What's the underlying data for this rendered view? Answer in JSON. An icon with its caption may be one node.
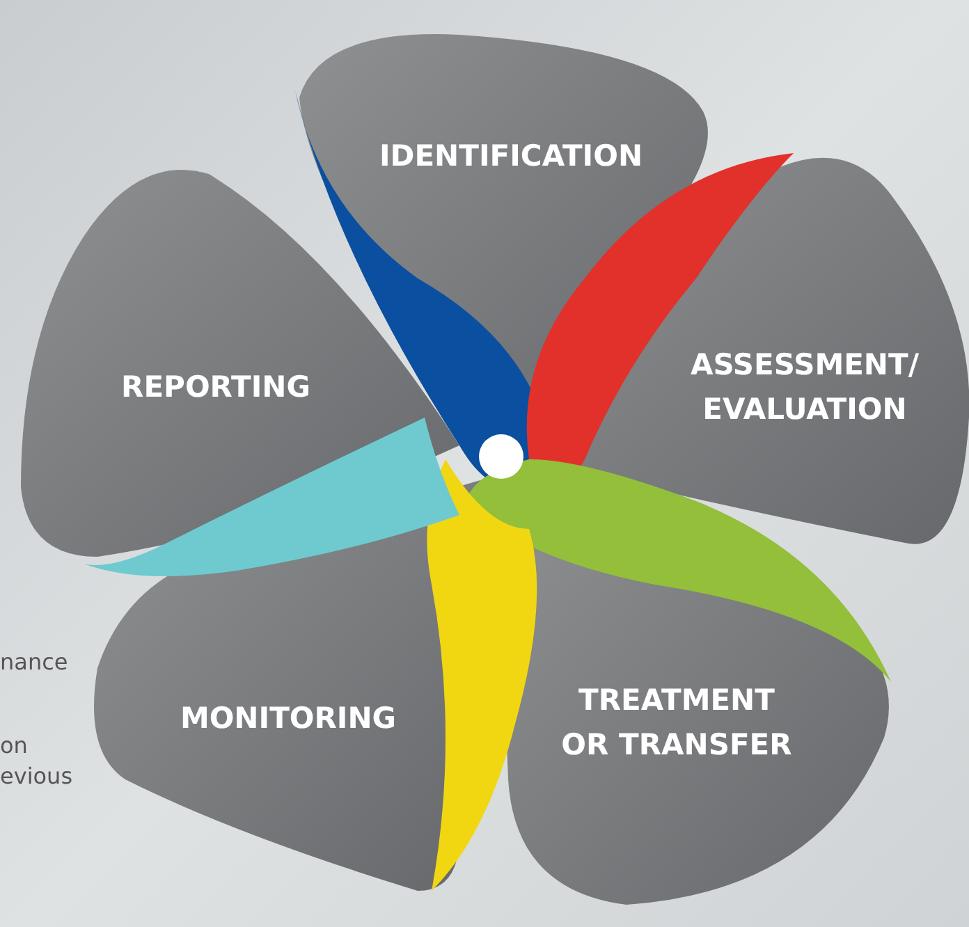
{
  "diagram": {
    "nodes": [
      {
        "text": [
          "IDENTIFICATION"
        ]
      },
      {
        "text": [
          "ASSESSMENT/ EVALUATION"
        ]
      },
      {
        "text": [
          "TREATMENT OR TRANSFER"
        ]
      },
      {
        "text": [
          "MONITORING"
        ]
      },
      {
        "text": [
          "REPORTING"
        ]
      }
    ],
    "edges": [],
    "labels": [
      "nance",
      "on",
      "evious"
    ]
  }
}
